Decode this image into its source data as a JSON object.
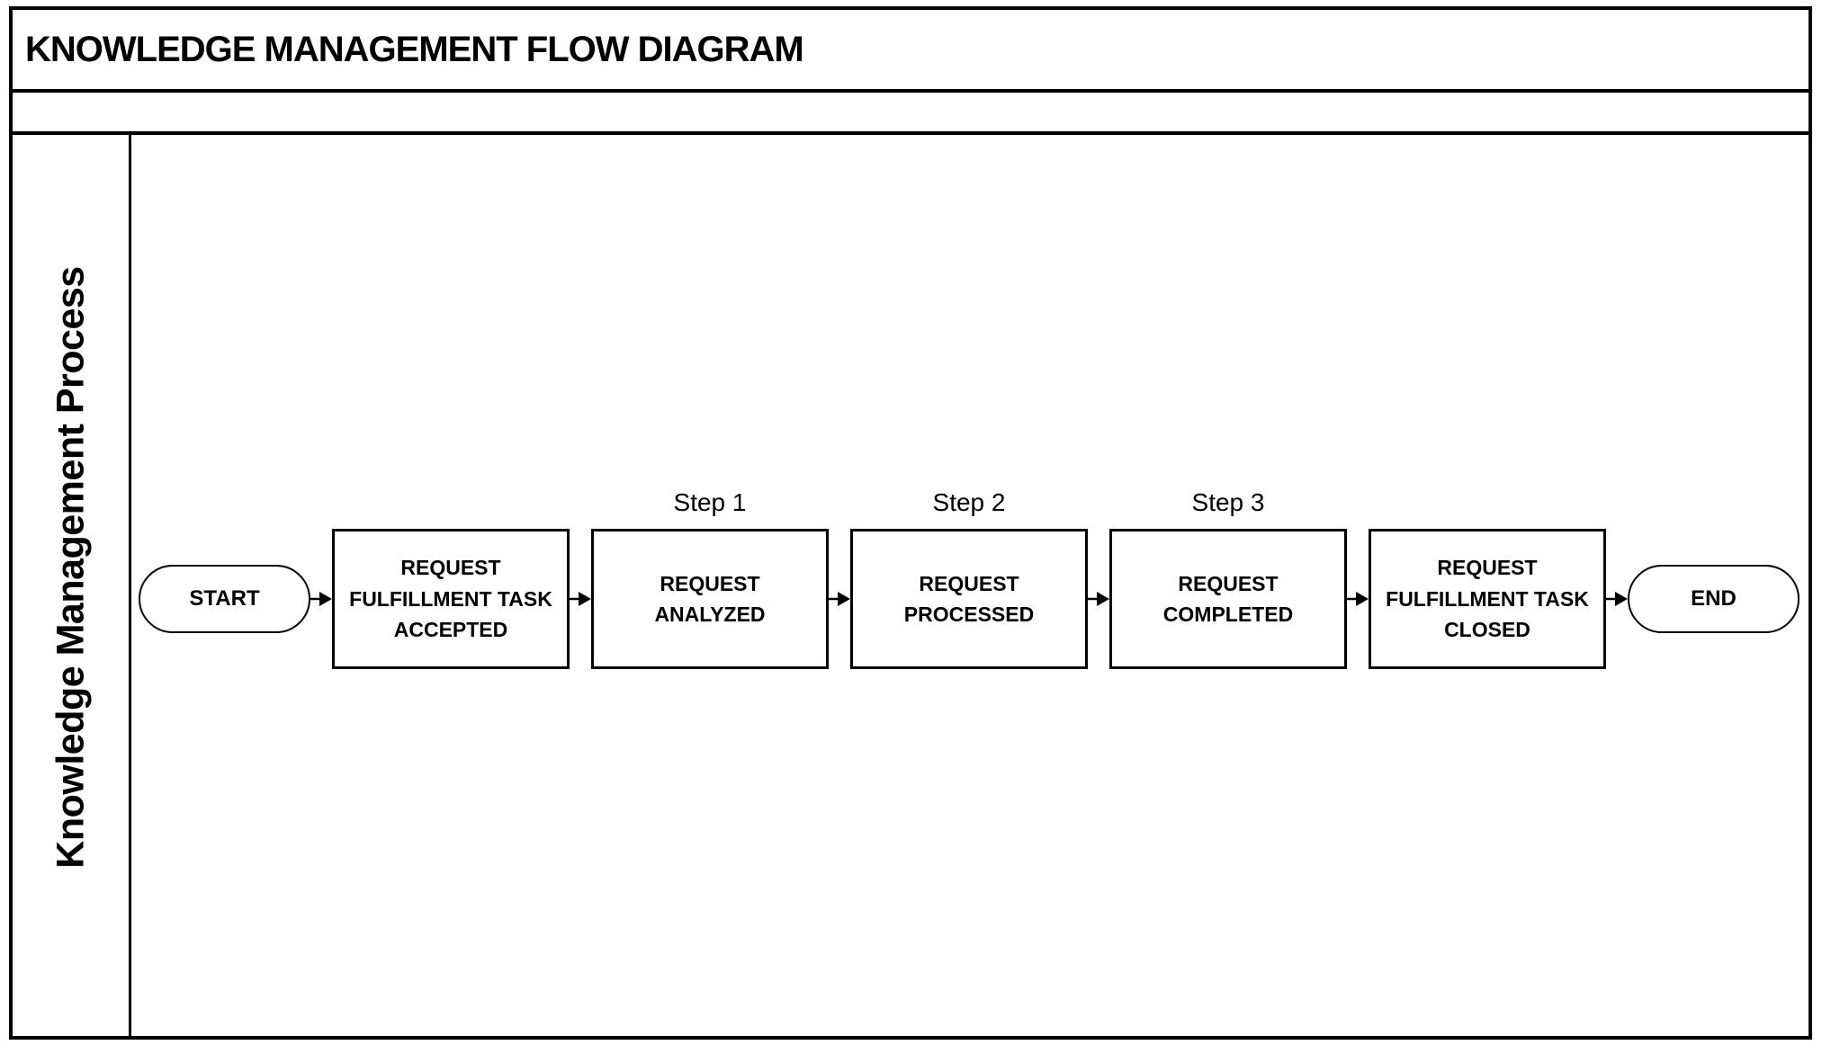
{
  "title": "KNOWLEDGE MANAGEMENT FLOW DIAGRAM",
  "lane": {
    "label": "Knowledge Management Process"
  },
  "flow": {
    "nodes": [
      {
        "type": "terminator",
        "label": "START"
      },
      {
        "type": "process",
        "label": "REQUEST\nFULFILLMENT TASK\nACCEPTED"
      },
      {
        "type": "process",
        "step": "Step 1",
        "label": "REQUEST\nANALYZED"
      },
      {
        "type": "process",
        "step": "Step 2",
        "label": "REQUEST\nPROCESSED"
      },
      {
        "type": "process",
        "step": "Step 3",
        "label": "REQUEST\nCOMPLETED"
      },
      {
        "type": "process",
        "label": "REQUEST\nFULFILLMENT TASK\nCLOSED"
      },
      {
        "type": "terminator",
        "label": "END"
      }
    ]
  },
  "colors": {
    "line": "#000000",
    "background": "#ffffff"
  }
}
